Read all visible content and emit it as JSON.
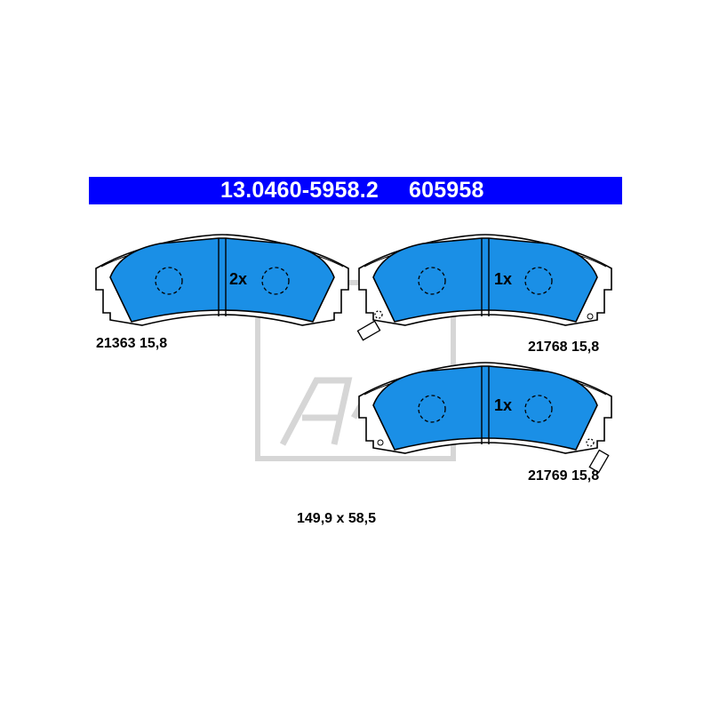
{
  "header": {
    "part_number": "13.0460-5958.2",
    "article_code": "605958"
  },
  "pads": [
    {
      "quantity": "2x",
      "ref": "21363",
      "thickness": "15,8"
    },
    {
      "quantity": "1x",
      "ref": "21768",
      "thickness": "15,8"
    },
    {
      "quantity": "1x",
      "ref": "21769",
      "thickness": "15,8"
    }
  ],
  "dimensions": "149,9 x 58,5",
  "colors": {
    "header_bg": "#0000ff",
    "header_text": "#ffffff",
    "pad_fill": "#1a8fe6",
    "outline": "#000000",
    "logo_watermark": "#d9d9d9"
  },
  "logo": "ate-logo-watermark"
}
